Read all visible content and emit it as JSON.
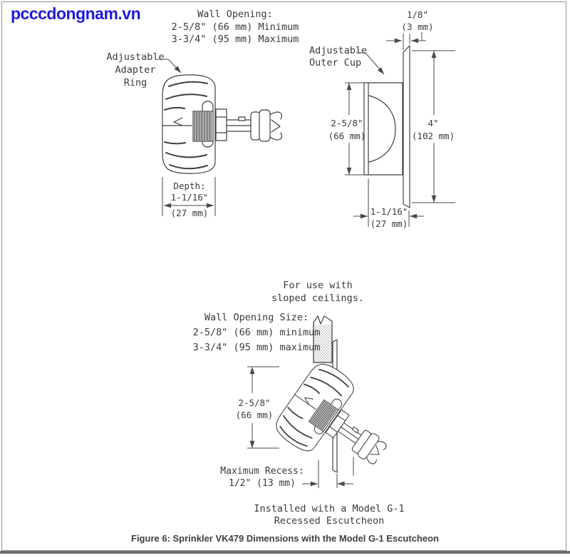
{
  "page": {
    "logo_text": "pcccdongnam.vn",
    "caption": "Figure 6: Sprinkler VK479 Dimensions with the Model G-1 Escutcheon"
  },
  "colors": {
    "logo_blue": "#1f1ad8",
    "line_gray": "#3f3f3f",
    "caption_gray": "#3c4043"
  },
  "top_left_view": {
    "wall_opening_note": "Wall Opening:\n2-5/8\" (66 mm) Minimum\n3-3/4\" (95 mm) Maximum",
    "adapter_ring_label": "Adjustable\nAdapter\nRing",
    "depth_dim": "Depth:\n1-1/16\"",
    "depth_dim_mm": "(27 mm)"
  },
  "top_right_view": {
    "outer_cup_label": "Adjustable\nOuter Cup",
    "plate_thickness_dim": "1/8\"\n(3 mm)",
    "cup_height_dim": "2-5/8\"\n(66 mm)",
    "plate_height_dim": "4\"\n(102 mm)",
    "cup_depth_dim": "1-1/16\"\n(27 mm)"
  },
  "bottom_view": {
    "sloped_ceiling_note": "For use with\nsloped ceilings.",
    "wall_opening_note": "Wall Opening Size:\n2-5/8\" (66 mm) minimum\n3-3/4\" (95 mm) maximum",
    "opening_height_dim": "2-5/8\"\n(66 mm)",
    "max_recess_note": "Maximum Recess:\n1/2\" (13 mm)",
    "installed_note": "Installed with a Model G-1\nRecessed Escutcheon"
  }
}
